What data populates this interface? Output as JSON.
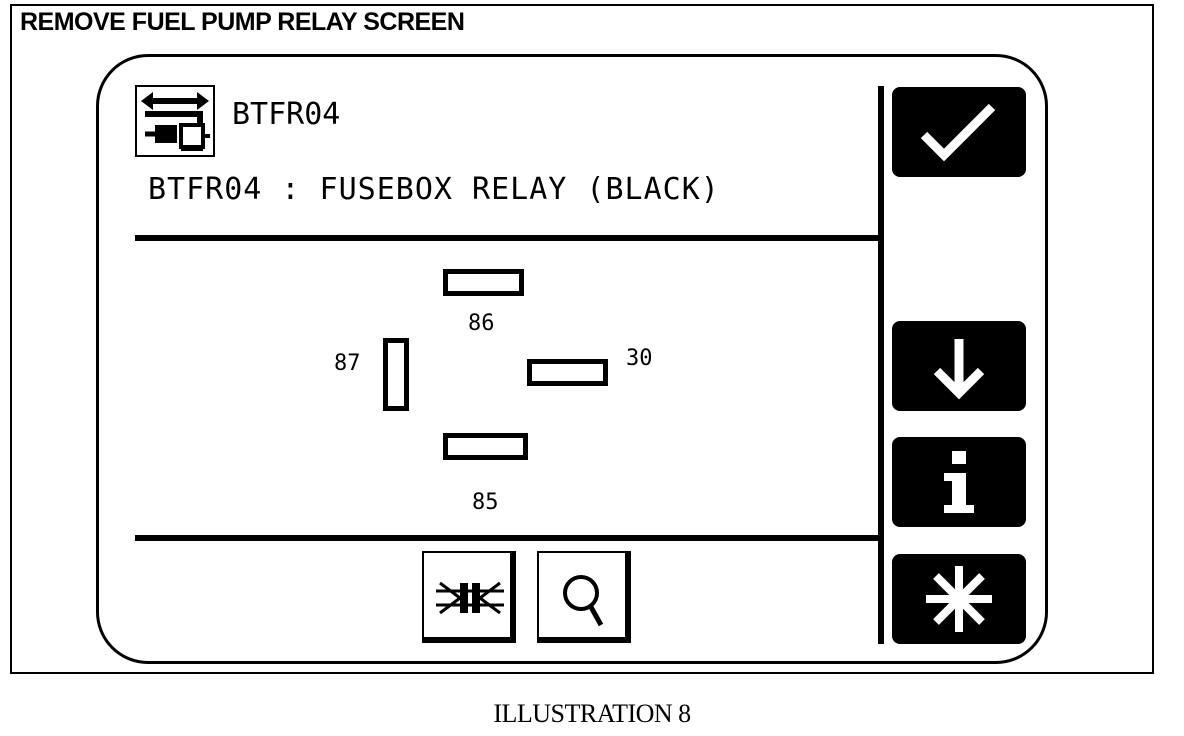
{
  "screen": {
    "title": "REMOVE FUEL PUMP RELAY SCREEN"
  },
  "header": {
    "connector_icon": "connector-icon",
    "connector_code": "BTFR04",
    "description": "BTFR04 : FUSEBOX RELAY (BLACK)"
  },
  "relay": {
    "pins": [
      {
        "label": "86"
      },
      {
        "label": "30"
      },
      {
        "label": "87"
      },
      {
        "label": "85"
      }
    ]
  },
  "toolbar": {
    "bottom_buttons": [
      {
        "icon": "connector-pins-icon"
      },
      {
        "icon": "magnifier-icon"
      }
    ],
    "side_buttons": [
      {
        "icon": "checkmark-icon"
      },
      {
        "icon": "down-arrow-icon"
      },
      {
        "icon": "info-icon"
      },
      {
        "icon": "asterisk-icon"
      }
    ]
  },
  "caption": "ILLUSTRATION 8",
  "colors": {
    "foreground": "#000000",
    "background": "#ffffff"
  }
}
